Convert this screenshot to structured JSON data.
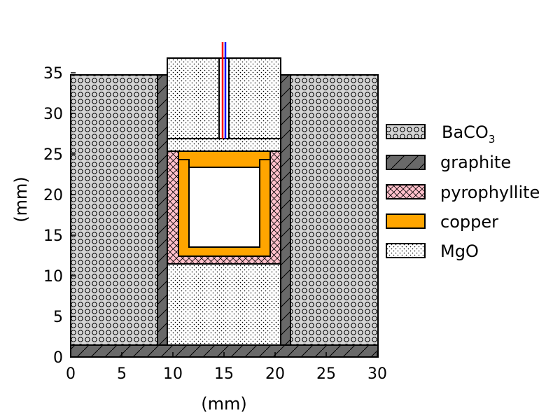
{
  "axes": {
    "xlabel": "(mm)",
    "ylabel": "(mm)",
    "xlim": [
      0,
      30
    ],
    "ylim": [
      0,
      35
    ],
    "x_ticks": [
      "0",
      "5",
      "10",
      "15",
      "20",
      "25",
      "30"
    ],
    "y_ticks": [
      "0",
      "5",
      "10",
      "15",
      "20",
      "25",
      "30",
      "35"
    ]
  },
  "materials": {
    "baco3": {
      "label": "BaCO",
      "subscript": "3",
      "color": "#d3d3d3",
      "pattern": "circles"
    },
    "graphite": {
      "label": "graphite",
      "color": "#696969",
      "pattern": "diagonal"
    },
    "pyrophyllite": {
      "label": "pyrophyllite",
      "color": "#ffc0cb",
      "pattern": "crosshatch"
    },
    "copper": {
      "label": "copper",
      "color": "#ffa500",
      "pattern": "none"
    },
    "mgo": {
      "label": "MgO",
      "color": "#ffffff",
      "pattern": "dots"
    }
  },
  "thermocouple_colors": [
    "#ff0000",
    "#0000ff"
  ]
}
